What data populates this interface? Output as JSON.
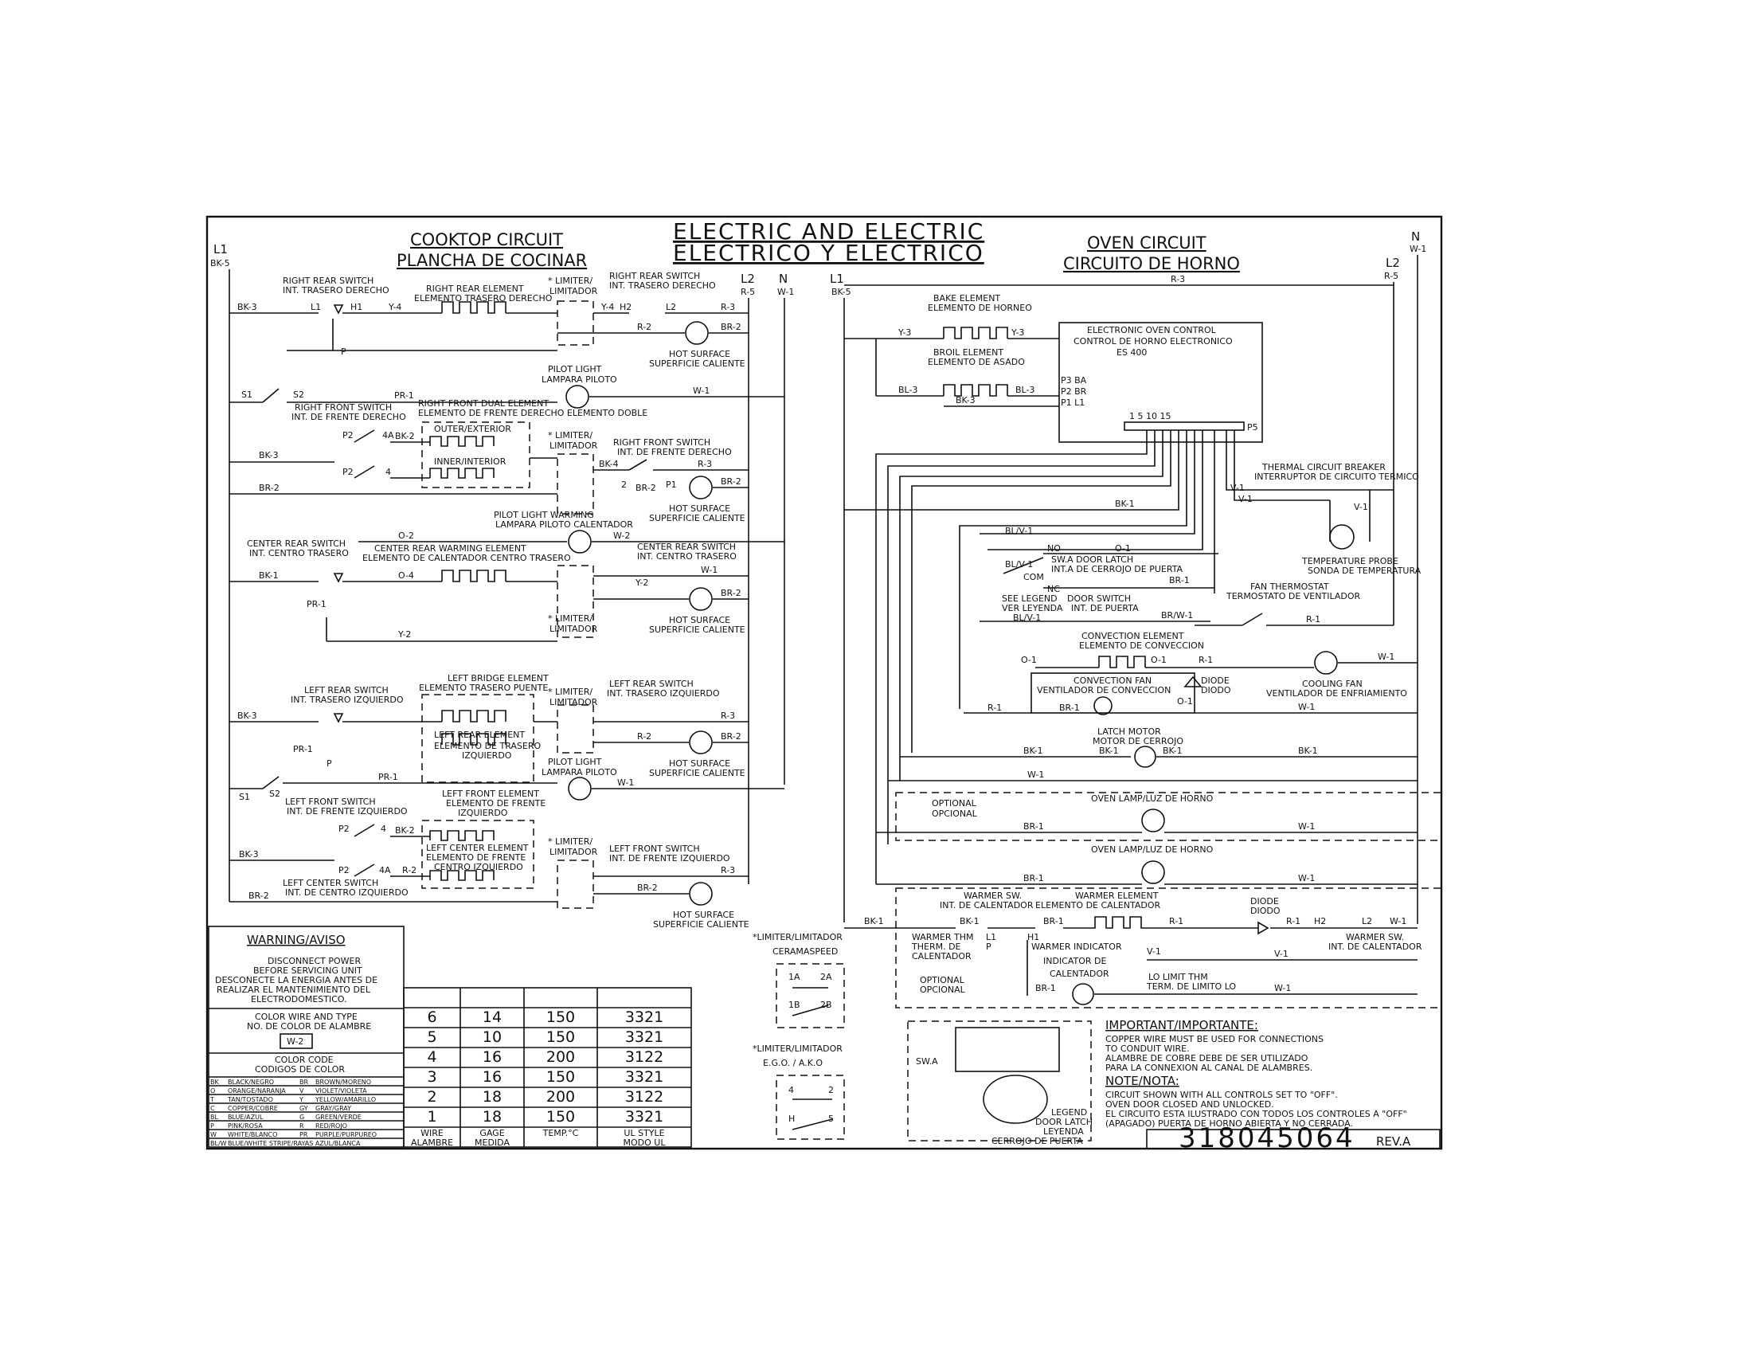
{
  "title": {
    "line1": "ELECTRIC AND ELECTRIC",
    "line2": "ELECTRICO Y ELECTRICO"
  },
  "cooktop": {
    "h1": "COOKTOP CIRCUIT",
    "h2": "PLANCHA DE COCINAR"
  },
  "oven": {
    "h1": "OVEN CIRCUIT",
    "h2": "CIRCUITO DE HORNO"
  },
  "lines": {
    "L1": "L1",
    "L1w": "BK-5",
    "L2": "L2",
    "L2w": "R-5",
    "N": "N",
    "Nw": "W-1"
  },
  "wires": {
    "bk1": "BK-1",
    "bk2": "BK-2",
    "bk3": "BK-3",
    "bk4": "BK-4",
    "br2": "BR-2",
    "br1": "BR-1",
    "r1": "R-1",
    "r2": "R-2",
    "r3": "R-3",
    "y2": "Y-2",
    "y3": "Y-3",
    "y4": "Y-4",
    "w1": "W-1",
    "w2": "W-2",
    "o2": "O-2",
    "o4": "O-4",
    "o1": "O-1",
    "pr1": "PR-1",
    "bl3": "BL-3",
    "blv1": "BL/V-1",
    "brw1": "BR/W-1",
    "v1": "V-1"
  },
  "terminals": {
    "L1": "L1",
    "H1": "H1",
    "H2": "H2",
    "L2": "L2",
    "P": "P",
    "S1": "S1",
    "S2": "S2",
    "P1": "P1",
    "P2": "P2",
    "A4": "4A",
    "T4": "4",
    "T2": "2",
    "NO": "NO",
    "NC": "NC",
    "COM": "COM",
    "p5": "P5",
    "p3": "P3 BA",
    "p2": "P2 BR",
    "p1": "P1 L1",
    "pins": "1     5      10     15"
  },
  "labels": {
    "rr_sw": "RIGHT REAR SWITCH",
    "rr_sw_es": "INT. TRASERO DERECHO",
    "rr_el": "RIGHT REAR ELEMENT",
    "rr_el_es": "ELEMENTO TRASERO DERECHO",
    "limiter": "* LIMITER/",
    "limiter_es": "LIMITADOR",
    "hot": "HOT SURFACE",
    "hot_es": "SUPERFICIE CALIENTE",
    "pilot": "PILOT LIGHT",
    "pilot_es": "LAMPARA PILOTO",
    "rf_sw": "RIGHT FRONT SWITCH",
    "rf_sw_es": "INT. DE FRENTE DERECHO",
    "rf_el": "RIGHT FRONT DUAL ELEMENT",
    "rf_el_es": "ELEMENTO DE FRENTE DERECHO ELEMENTO DOBLE",
    "outer": "OUTER/EXTERIOR",
    "inner": "INNER/INTERIOR",
    "rf_sw2": "RIGHT FRONT SWITCH",
    "rf_sw2_es": "INT. DE FRENTE DERECHO",
    "pw": "PILOT LIGHT WARMING",
    "pw_es": "LAMPARA PILOTO CALENTADOR",
    "cr_sw": "CENTER REAR SWITCH",
    "cr_sw_es": "INT. CENTRO TRASERO",
    "cr_el": "CENTER REAR WARMING ELEMENT",
    "cr_el_es": "ELEMENTO DE CALENTADOR CENTRO TRASERO",
    "lr_sw": "LEFT REAR SWITCH",
    "lr_sw_es": "INT. TRASERO IZQUIERDO",
    "lb_el": "LEFT BRIDGE ELEMENT",
    "lb_el_es": "ELEMENTO TRASERO PUENTE",
    "lr_el": "LEFT REAR ELEMENT",
    "lr_el_es": "ELEMENTO DE TRASERO",
    "izq": "IZQUIERDO",
    "lf_sw": "LEFT FRONT SWITCH",
    "lf_sw_es": "INT. DE FRENTE IZQUIERDO",
    "lf_el": "LEFT FRONT ELEMENT",
    "lf_el_es": "ELEMENTO DE FRENTE",
    "lc_el": "LEFT CENTER ELEMENT",
    "lc_el_es": "ELEMENTO DE FRENTE",
    "lc_el_es2": "CENTRO IZQUIERDO",
    "lc_sw": "LEFT CENTER SWITCH",
    "lc_sw_es": "INT. DE CENTRO IZQUIERDO",
    "bake": "BAKE ELEMENT",
    "bake_es": "ELEMENTO DE HORNEO",
    "broil": "BROIL ELEMENT",
    "broil_es": "ELEMENTO DE ASADO",
    "eoc": "ELECTRONIC OVEN CONTROL",
    "eoc_es": "CONTROL DE HORNO ELECTRONICO",
    "eoc_m": "ES 400",
    "tcb": "THERMAL CIRCUIT BREAKER",
    "tcb_es": "INTERRUPTOR DE CIRCUITO TERMICO",
    "tp": "TEMPERATURE PROBE",
    "tp_es": "SONDA DE TEMPERATURA",
    "latch": "SW.A DOOR LATCH",
    "latch_es": "INT.A DE CERROJO DE PUERTA",
    "see": "SEE LEGEND",
    "see_es": "VER LEYENDA",
    "door": "DOOR SWITCH",
    "door_es": "INT. DE PUERTA",
    "fant": "FAN THERMOSTAT",
    "fant_es": "TERMOSTATO DE VENTILADOR",
    "conv": "CONVECTION ELEMENT",
    "conv_es": "ELEMENTO DE CONVECCION",
    "cfan": "CONVECTION FAN",
    "cfan_es": "VENTILADOR DE CONVECCION",
    "diode": "DIODE",
    "diode_es": "DIODO",
    "cool": "COOLING FAN",
    "cool_es": "VENTILADOR DE ENFRIAMIENTO",
    "lmotor": "LATCH MOTOR",
    "lmotor_es": "MOTOR DE CERROJO",
    "optional": "OPTIONAL",
    "optional_es": "OPCIONAL",
    "lamp": "OVEN LAMP/LUZ DE HORNO",
    "wsw": "WARMER SW.",
    "wsw_es": "INT. DE CALENTADOR",
    "wel": "WARMER ELEMENT",
    "wel_es": "ELEMENTO DE CALENTADOR",
    "wthm": "WARMER THM",
    "wthm_es": "THERM. DE",
    "wthm_es2": "CALENTADOR",
    "wind": "WARMER INDICATOR",
    "wind_es": "INDICATOR DE",
    "wind_es2": "CALENTADOR",
    "lolim": "LO LIMIT THM",
    "lolim_es": "TERM. DE LIMITO LO",
    "wsw2": "WARMER SW.",
    "wsw2_es": "INT. DE CALENTADOR",
    "lim_title": "*LIMITER/LIMITADOR",
    "ceram": "CERAMASPEED",
    "ego": "E.G.O. / A.K.O",
    "t1a": "1A",
    "t2a": "2A",
    "t1b": "1B",
    "t2b": "2B",
    "t4": "4",
    "t2": "2",
    "tH": "H",
    "t5": "5",
    "swa": "SW.A",
    "legend": "LEGEND",
    "legend2": "DOOR LATCH",
    "leyenda": "LEYENDA",
    "leyenda2": "CERROJO DE PUERTA"
  },
  "warning": {
    "title": "WARNING/AVISO",
    "lines": [
      "DISCONNECT POWER",
      "BEFORE SERVICING UNIT",
      "DESCONECTE LA ENERGIA ANTES DE",
      "REALIZAR EL MANTENIMIENTO DEL",
      "ELECTRODOMESTICO."
    ],
    "cw": "COLOR WIRE AND TYPE",
    "cw_es": "NO. DE COLOR DE ALAMBRE",
    "sample": "W-2",
    "cc": "COLOR CODE",
    "cc_es": "CODIGOS DE COLOR"
  },
  "color_codes": [
    [
      "BK",
      "BLACK/NEGRO",
      "BR",
      "BROWN/MORENO"
    ],
    [
      "O",
      "ORANGE/NARANJA",
      "V",
      "VIOLET/VIOLETA"
    ],
    [
      "T",
      "TAN/TOSTADO",
      "Y",
      "YELLOW/AMARILLO"
    ],
    [
      "C",
      "COPPER/COBRE",
      "GY",
      "GRAY/GRAY"
    ],
    [
      "BL",
      "BLUE/AZUL",
      "G",
      "GREEN/VERDE"
    ],
    [
      "P",
      "PINK/ROSA",
      "R",
      "RED/ROJO"
    ],
    [
      "W",
      "WHITE/BLANCO",
      "PR",
      "PURPLE/PURPUREO"
    ],
    [
      "BL/W",
      "BLUE/WHITE STRIPE/RAYAS AZUL/BLANCA",
      "",
      ""
    ]
  ],
  "wire_table": {
    "rows": [
      [
        "6",
        "14",
        "150",
        "3321"
      ],
      [
        "5",
        "10",
        "150",
        "3321"
      ],
      [
        "4",
        "16",
        "200",
        "3122"
      ],
      [
        "3",
        "16",
        "150",
        "3321"
      ],
      [
        "2",
        "18",
        "200",
        "3122"
      ],
      [
        "1",
        "18",
        "150",
        "3321"
      ]
    ],
    "footer": [
      [
        "WIRE",
        "ALAMBRE"
      ],
      [
        "GAGE",
        "MEDIDA"
      ],
      [
        "TEMP.°C",
        ""
      ],
      [
        "UL STYLE",
        "MODO UL"
      ]
    ]
  },
  "important": {
    "title": "IMPORTANT/IMPORTANTE:",
    "lines": [
      "COPPER WIRE MUST BE USED FOR CONNECTIONS",
      "TO CONDUIT WIRE.",
      "ALAMBRE DE COBRE DEBE DE SER UTILIZADO",
      "PARA LA CONNEXION AL CANAL DE ALAMBRES."
    ],
    "note": "NOTE/NOTA:",
    "note_lines": [
      "CIRCUIT SHOWN WITH ALL CONTROLS SET TO \"OFF\".",
      "OVEN DOOR CLOSED AND UNLOCKED.",
      "EL CIRCUITO ESTA ILUSTRADO CON TODOS LOS CONTROLES A \"OFF\"",
      "(APAGADO) PUERTA DE HORNO ABIERTA Y NO CERRADA."
    ]
  },
  "part_number": "318045064",
  "rev": "REV.A"
}
